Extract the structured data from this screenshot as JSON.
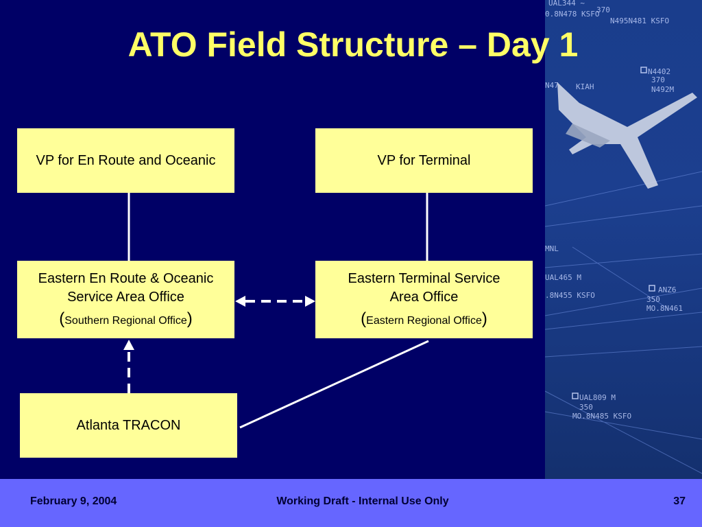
{
  "title": "ATO Field Structure – Day 1",
  "boxes": {
    "vp_enroute": "VP for En Route and Oceanic",
    "vp_terminal": "VP for Terminal",
    "eastern_enroute": {
      "line1": "Eastern En Route & Oceanic",
      "line2": "Service Area Office",
      "open": "(",
      "sub": "Southern Regional Office",
      "close": ")"
    },
    "eastern_terminal": {
      "line1": "Eastern Terminal Service",
      "line2": "Area Office",
      "open": "(",
      "sub": "Eastern Regional Office",
      "close": ")"
    },
    "atlanta": "Atlanta TRACON"
  },
  "radar": [
    "UAL344 ~",
    "370",
    "0.8N478 KSFO",
    "N495N481 KSFO",
    "N4402",
    "370",
    "N47",
    "KIAH",
    "N492M",
    "MNL",
    "UAL465 M",
    ".8N455 KSFO",
    "ANZ6",
    "350",
    "MO.8N461",
    "UAL809 M",
    "350",
    "MO.8N485 KSFO"
  ],
  "footer": {
    "date": "February 9, 2004",
    "center": "Working Draft -  Internal Use Only",
    "page": "37"
  },
  "colors": {
    "background": "#000066",
    "title": "#ffff66",
    "box": "#ffff99",
    "footer": "#6666ff",
    "connector": "#ffffff"
  }
}
